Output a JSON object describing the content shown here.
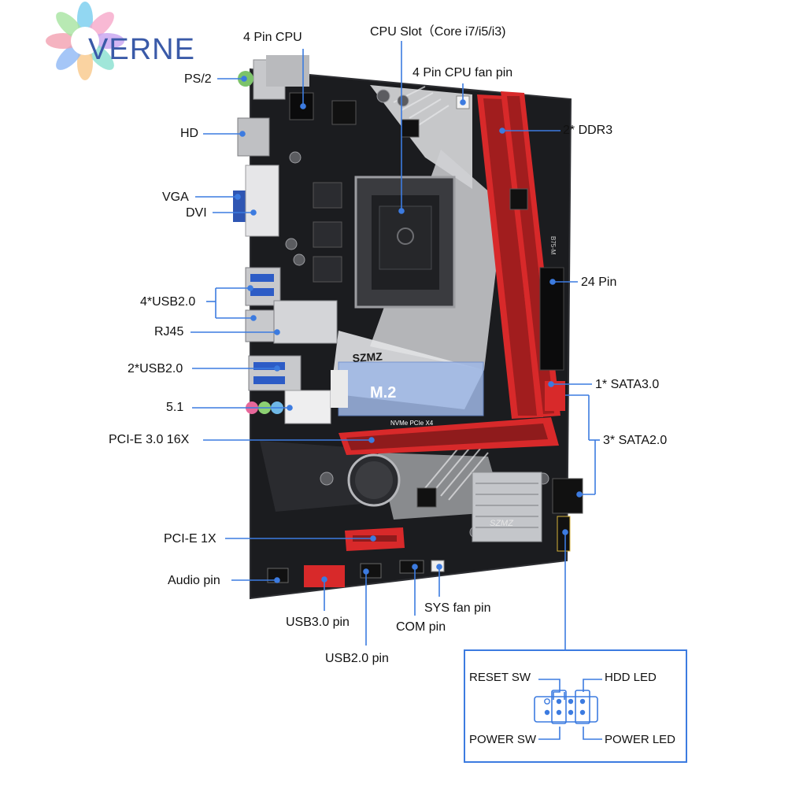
{
  "logo": {
    "text": "VERNE"
  },
  "labels": {
    "cpu_4pin": "4 Pin CPU",
    "cpu_slot": "CPU Slot（Core i7/i5/i3)",
    "cpu_fan": "4 Pin CPU fan pin",
    "ps2": "PS/2",
    "hd": "HD",
    "ddr3": "2* DDR3",
    "vga": "VGA",
    "dvi": "DVI",
    "pin24": "24 Pin",
    "usb20_4": "4*USB2.0",
    "rj45": "RJ45",
    "usb20_2": "2*USB2.0",
    "sata30": "1* SATA3.0",
    "audio51": "5.1",
    "sata20": "3* SATA2.0",
    "pcie16": "PCI-E 3.0 16X",
    "pcie1": "PCI-E 1X",
    "audio_pin": "Audio pin",
    "sys_fan": "SYS fan pin",
    "usb30_pin": "USB3.0 pin",
    "com_pin": "COM pin",
    "usb20_pin": "USB2.0 pin"
  },
  "board": {
    "brand": "SZMZ",
    "m2": "M.2",
    "nvme": "NVMe PCIe X4",
    "model": "B75-M",
    "chipset_brand": "SZMZ"
  },
  "front_panel": {
    "reset_sw": "RESET SW",
    "hdd_led": "HDD  LED",
    "power_sw": "POWER SW",
    "power_led": "POWER LED"
  },
  "colors": {
    "callout": "#3c7be0",
    "board": "#1b1c1f",
    "slot_red": "#d8292a",
    "logo": "#3a5aa8"
  }
}
